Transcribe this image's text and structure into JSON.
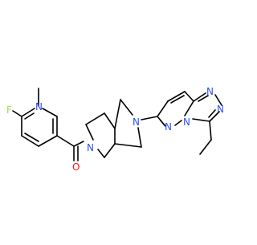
{
  "molecule": {
    "atom_labels": {
      "F": "F",
      "N_pyridine": "N",
      "O": "O",
      "N_bicyclic_left": "N",
      "N_bicyclic_right": "N",
      "N_triazole_top": "N",
      "N_triazole_right": "N",
      "N_pyridazine_bottom": "N",
      "N_bridge": "N"
    },
    "colors": {
      "bond": "#000000",
      "nitrogen": "#3050F8",
      "oxygen": "#FF0D0D",
      "fluorine": "#90E050"
    }
  }
}
